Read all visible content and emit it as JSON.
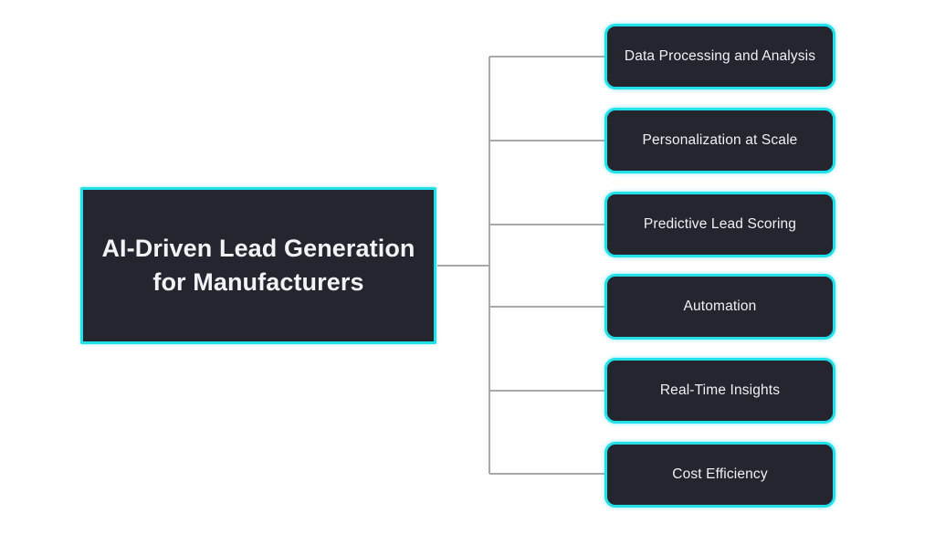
{
  "diagram": {
    "type": "tree-mindmap",
    "orientation": "left-to-right",
    "background_color": "#ffffff",
    "accent_color": "#22e0e8",
    "node_fill_color": "#24252f",
    "node_text_color": "#f1f2f5",
    "connector_color": "#a8a8a8",
    "root": {
      "label": "AI-Driven Lead Generation\nfor Manufacturers",
      "line_1": "AI-Driven Lead Generation",
      "line_2": "for Manufacturers"
    },
    "branches": [
      {
        "label": "Data Processing and Analysis"
      },
      {
        "label": "Personalization at Scale"
      },
      {
        "label": "Predictive Lead Scoring"
      },
      {
        "label": "Automation"
      },
      {
        "label": "Real-Time Insights"
      },
      {
        "label": "Cost Efficiency"
      }
    ]
  }
}
